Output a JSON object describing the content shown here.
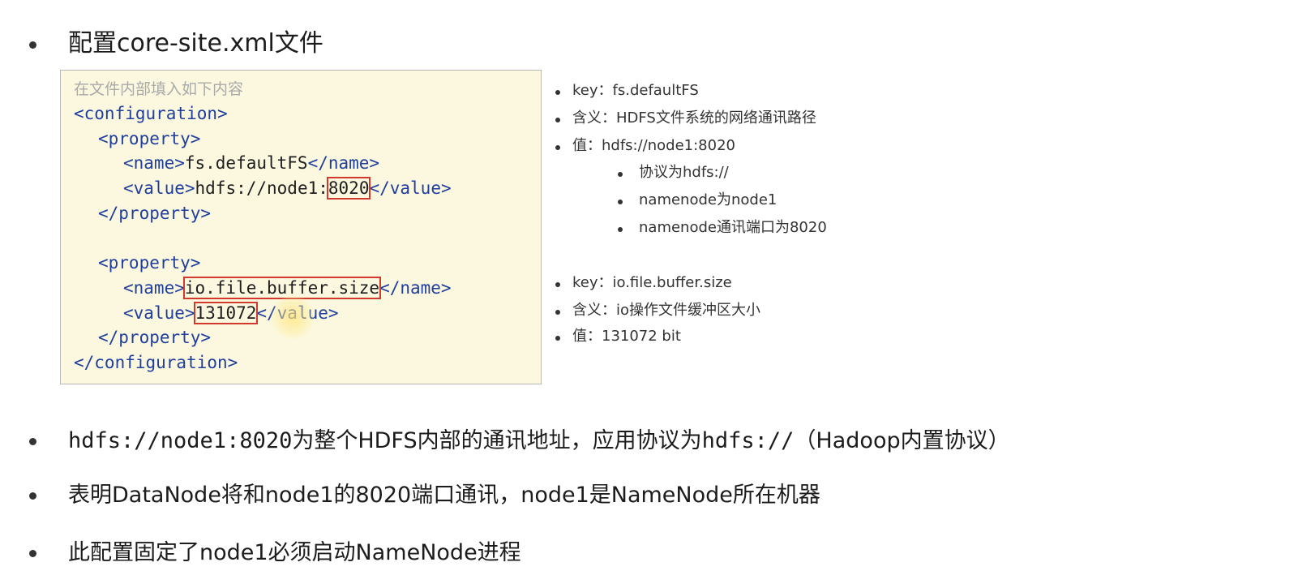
{
  "heading": "配置core-site.xml文件",
  "code_box": {
    "comment": "在文件内部填入如下内容",
    "lines": [
      {
        "open": "<configuration>"
      },
      {
        "open": "<property>"
      },
      {
        "pre": "<name>",
        "value": "fs.defaultFS",
        "post": "</name>"
      },
      {
        "pre": "<value>",
        "value_prefix": "hdfs://node1:",
        "value": "8020",
        "post": "</value>"
      },
      {
        "open": "</property>"
      },
      {
        "open": "<property>"
      },
      {
        "pre": "<name>",
        "value": "io.file.buffer.size",
        "post": "</name>"
      },
      {
        "pre": "<value>",
        "value": "131072",
        "post": "</value>"
      },
      {
        "open": "</property>"
      },
      {
        "open": "</configuration>"
      }
    ]
  },
  "notes_group1": [
    "key：fs.defaultFS",
    "含义：HDFS文件系统的网络通讯路径",
    "值：hdfs://node1:8020"
  ],
  "notes_group1_sub": [
    "协议为hdfs://",
    "namenode为node1",
    "namenode通讯端口为8020"
  ],
  "notes_group2": [
    "key：io.file.buffer.size",
    "含义：io操作文件缓冲区大小",
    "值：131072 bit"
  ],
  "bottom": {
    "line1_mono": "hdfs://node1:8020",
    "line1_rest": "为整个HDFS内部的通讯地址，应用协议为",
    "line1_mono2": "hdfs://",
    "line1_tail": "（Hadoop内置协议）",
    "line2": "表明DataNode将和node1的8020端口通讯，node1是NameNode所在机器",
    "line3": "此配置固定了node1必须启动NameNode进程"
  },
  "colors": {
    "code_bg": "#fbf8df",
    "tag": "#1f3e9e",
    "highlight_border": "#d0392b"
  }
}
